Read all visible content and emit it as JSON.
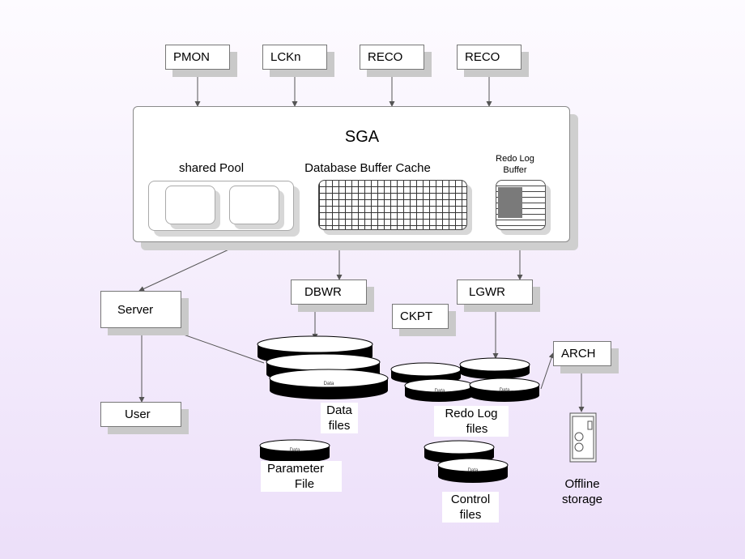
{
  "processes": {
    "pmon": "PMON",
    "lckn": "LCKn",
    "reco1": "RECO",
    "reco2": "RECO",
    "dbwr": "DBWR",
    "lgwr": "LGWR",
    "ckpt": "CKPT",
    "arch": "ARCH",
    "server": "Server",
    "user": "User"
  },
  "sga": {
    "title": "SGA",
    "shared_pool": "shared Pool",
    "buffer_cache": "Database Buffer Cache",
    "redo_buffer_line1": "Redo Log",
    "redo_buffer_line2": "Buffer"
  },
  "files": {
    "data_line1": "Data",
    "data_line2": "files",
    "redo_line1": "Redo Log",
    "redo_line2": "files",
    "param_line1": "Parameter",
    "param_line2": "File",
    "control_line1": "Control",
    "control_line2": "files",
    "offline_line1": "Offline",
    "offline_line2": "storage",
    "disk_label": "Data"
  },
  "colors": {
    "disk_body": "#000000",
    "disk_top": "#ffffff",
    "redo_fill": "#7a7a7a"
  }
}
